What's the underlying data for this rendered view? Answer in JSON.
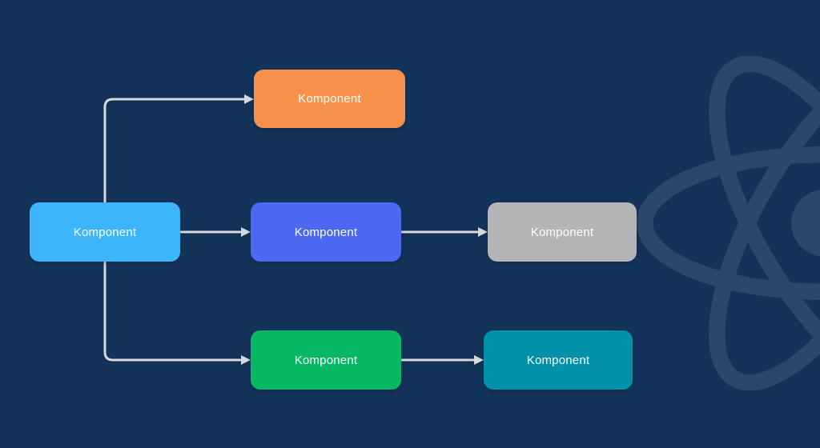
{
  "canvas": {
    "background_color": "#14335a"
  },
  "watermark": {
    "icon": "react-logo",
    "color": "#2a4869"
  },
  "connectors": {
    "color": "#d6d9dc",
    "edges": [
      {
        "from": "root",
        "to": "child-top"
      },
      {
        "from": "root",
        "to": "child-middle"
      },
      {
        "from": "root",
        "to": "child-bottom"
      },
      {
        "from": "child-middle",
        "to": "grandchild-middle"
      },
      {
        "from": "child-bottom",
        "to": "grandchild-bottom"
      }
    ]
  },
  "nodes": [
    {
      "id": "root",
      "label": "Komponent",
      "fill": "#3db5fb",
      "text_color": "#ffffff"
    },
    {
      "id": "child-top",
      "label": "Komponent",
      "fill": "#f8914c",
      "text_color": "#ffffff"
    },
    {
      "id": "child-middle",
      "label": "Komponent",
      "fill": "#4d68f3",
      "text_color": "#ffffff"
    },
    {
      "id": "grandchild-middle",
      "label": "Komponent",
      "fill": "#b4b4b6",
      "text_color": "#ffffff"
    },
    {
      "id": "child-bottom",
      "label": "Komponent",
      "fill": "#06b864",
      "text_color": "#ffffff"
    },
    {
      "id": "grandchild-bottom",
      "label": "Komponent",
      "fill": "#0092ab",
      "text_color": "#ffffff"
    }
  ]
}
